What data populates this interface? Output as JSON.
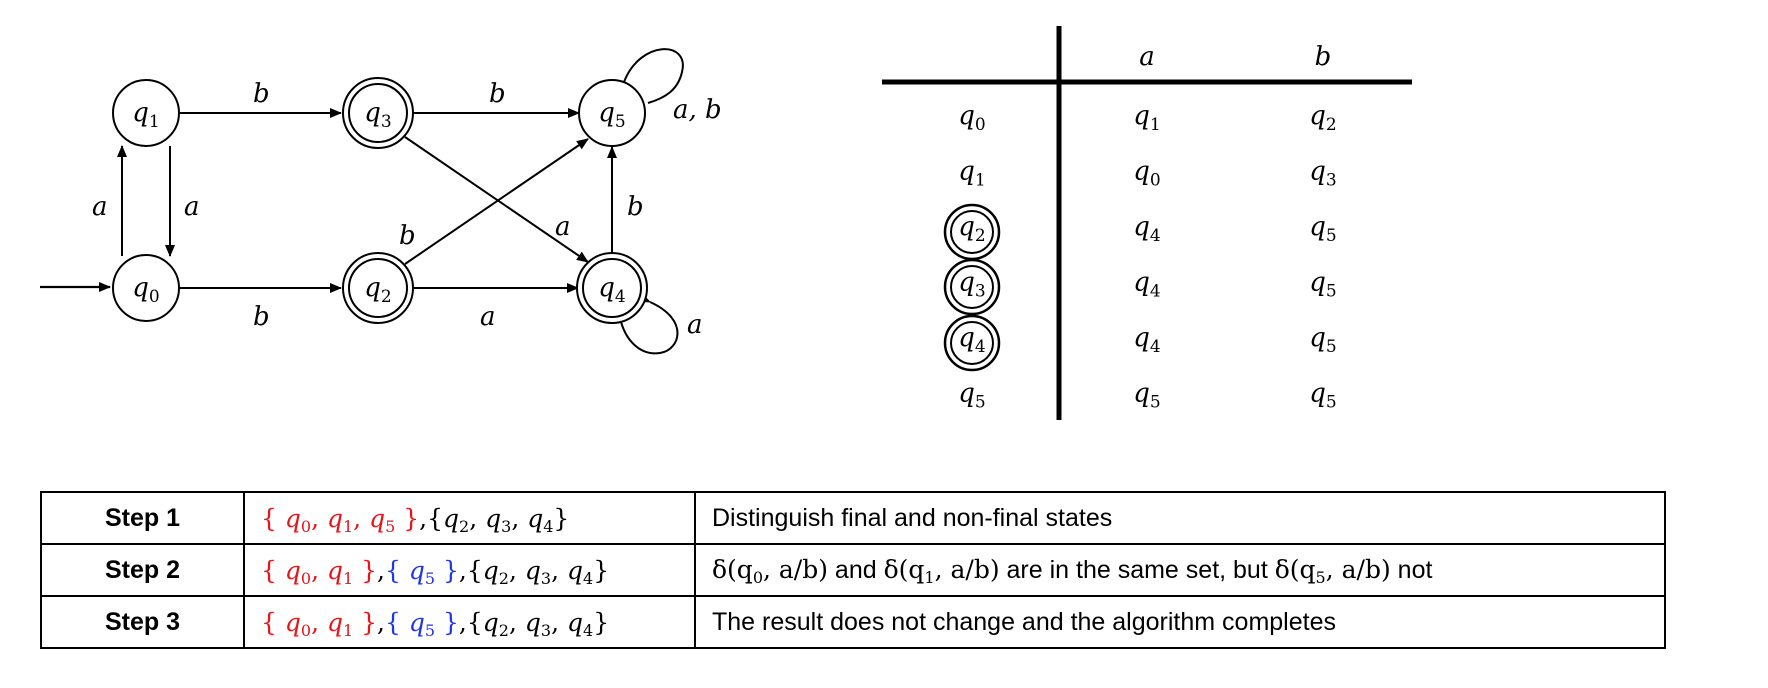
{
  "states": {
    "q0": {
      "name": "q",
      "sub": "0"
    },
    "q1": {
      "name": "q",
      "sub": "1"
    },
    "q2": {
      "name": "q",
      "sub": "2"
    },
    "q3": {
      "name": "q",
      "sub": "3"
    },
    "q4": {
      "name": "q",
      "sub": "4"
    },
    "q5": {
      "name": "q",
      "sub": "5"
    }
  },
  "edges": {
    "q1_q3": "b",
    "q3_q5": "b",
    "q1_q0": "a",
    "q0_q1": "a",
    "q0_q2": "b",
    "q2_q4": "a",
    "q2_q5": "b",
    "q3_q4": "a",
    "q4_q5": "b",
    "q5_loop": "a, b",
    "q4_loop": "a"
  },
  "transition_table": {
    "header": [
      "a",
      "b"
    ],
    "rows": [
      {
        "state": "q",
        "state_sub": "0",
        "a": "q",
        "a_sub": "1",
        "b": "q",
        "b_sub": "2"
      },
      {
        "state": "q",
        "state_sub": "1",
        "a": "q",
        "a_sub": "0",
        "b": "q",
        "b_sub": "3"
      },
      {
        "state": "q",
        "state_sub": "2",
        "a": "q",
        "a_sub": "4",
        "b": "q",
        "b_sub": "5"
      },
      {
        "state": "q",
        "state_sub": "3",
        "a": "q",
        "a_sub": "4",
        "b": "q",
        "b_sub": "5"
      },
      {
        "state": "q",
        "state_sub": "4",
        "a": "q",
        "a_sub": "4",
        "b": "q",
        "b_sub": "5"
      },
      {
        "state": "q",
        "state_sub": "5",
        "a": "q",
        "a_sub": "5",
        "b": "q",
        "b_sub": "5"
      }
    ]
  },
  "steps": [
    {
      "name": "Step 1",
      "description": "Distinguish final and non-final states"
    },
    {
      "name": "Step 2",
      "description_parts": [
        "δ(q",
        "0",
        ", a/b)",
        " and ",
        "δ(q",
        "1",
        ", a/b)",
        " are in the same set, but ",
        "δ(q",
        "5",
        ", a/b)",
        " not"
      ]
    },
    {
      "name": "Step 3",
      "description": "The result does not change and the algorithm completes"
    }
  ],
  "colors": {
    "red_set": "#e8141a",
    "blue_set": "#1f36e6"
  }
}
